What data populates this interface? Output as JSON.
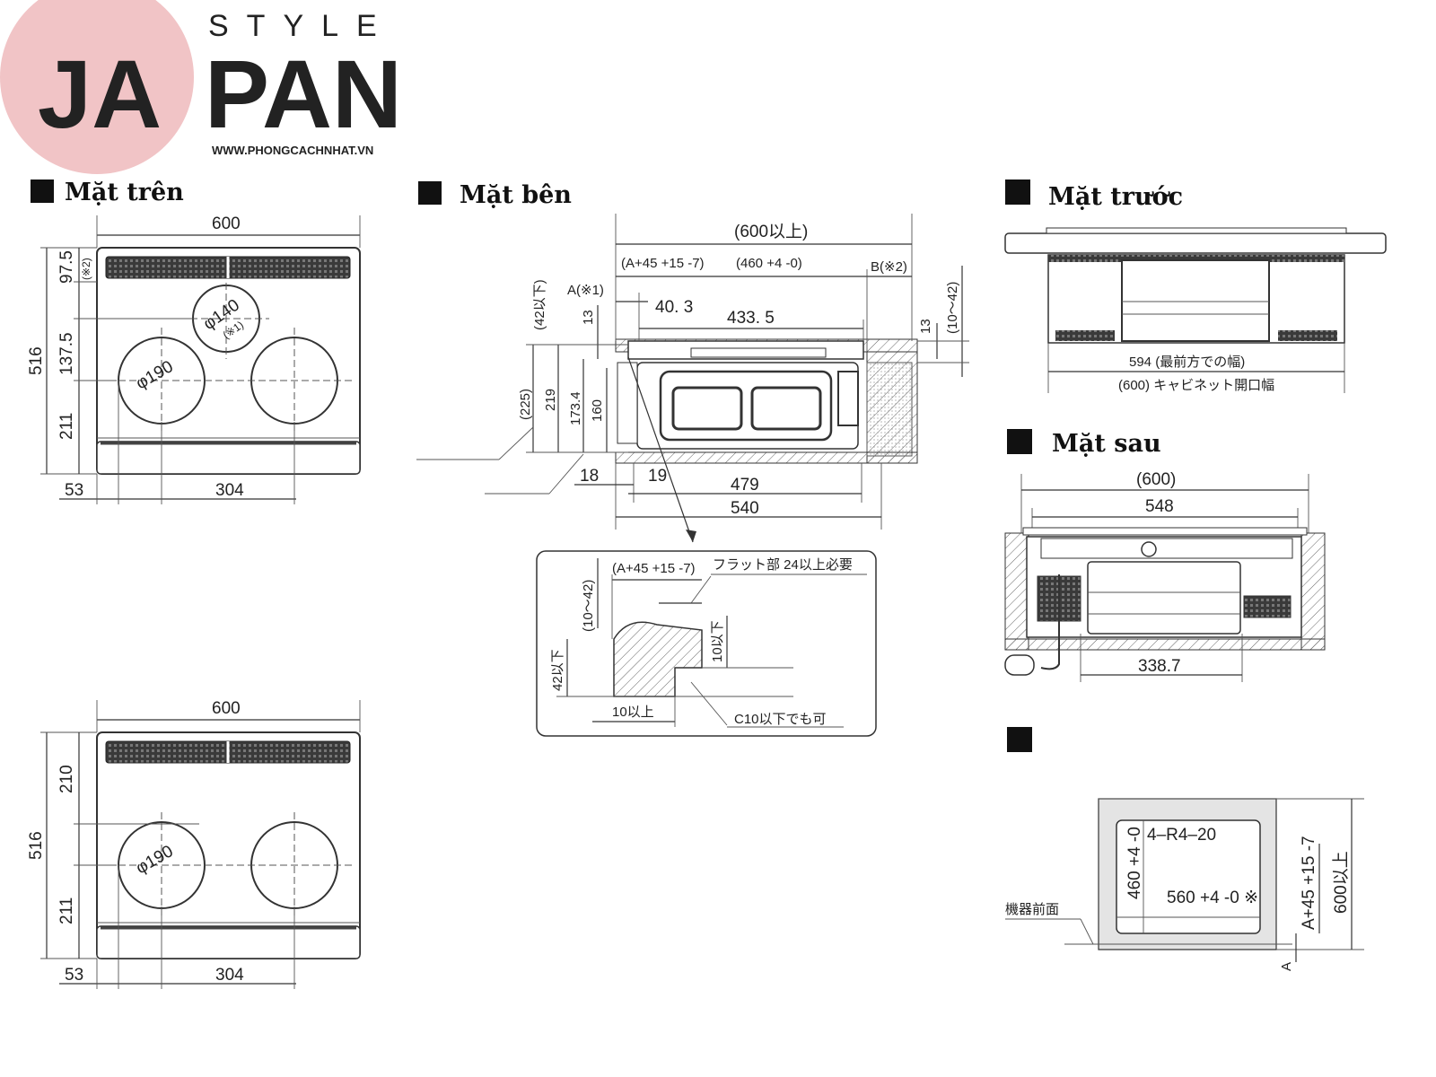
{
  "logo": {
    "word_top": "STYLE",
    "word_main": "JAPAN",
    "url": "WWW.PHONGCACHNHAT.VN"
  },
  "sections": {
    "top_view": "Mặt trên",
    "side_view": "Mặt bên",
    "front_view": "Mặt trước",
    "rear_view": "Mặt sau",
    "cutout_view": ""
  },
  "top_view": {
    "width": "600",
    "depth": "516",
    "rear_offset": "97.5",
    "rear_note": "(※2)",
    "burner_small_offset": "137.5",
    "front_offset": "211",
    "left_offset": "53",
    "burner_spacing": "304",
    "burner_small_dia": "φ140",
    "burner_small_note": "(※1)",
    "burner_large_dia": "φ190"
  },
  "top_view_2": {
    "width": "600",
    "depth": "516",
    "rear_offset": "210",
    "front_offset": "211",
    "left_offset": "53",
    "burner_spacing": "304",
    "burner_dia": "φ190"
  },
  "side_view": {
    "total": "(600以上)",
    "a_plus": "(A+45 +15 -7)",
    "cutout": "(460 +4 -0)",
    "b_note": "B(※2)",
    "a_note": "A(※1)",
    "max_42": "(42以下)",
    "d13_left": "13",
    "d40": "40. 3",
    "d433": "433. 5",
    "d13_right": "13",
    "d10_42": "(10～42)",
    "h225": "(225)",
    "h219": "219",
    "h173": "173.4",
    "h160": "160",
    "d18": "18",
    "d19": "19",
    "d479": "479",
    "d540": "540"
  },
  "detail": {
    "a_plus": "(A+45 +15 -7)",
    "flat_note": "フラット部 24以上必要",
    "v10_42": "(10～42)",
    "v42": "42以下",
    "v10": "10以下",
    "h10": "10以上",
    "c10": "C10以下でも可"
  },
  "front_view": {
    "d594": "594 (最前方での幅)",
    "d600": "(600) キャビネット開口幅"
  },
  "rear_view": {
    "d600": "(600)",
    "d548": "548",
    "d338": "338.7"
  },
  "cutout": {
    "corner": "4–R4–20",
    "depth": "460 +4 -0",
    "width": "560 +4 -0 ※",
    "front_label": "機器前面",
    "a_plus": "A+45 +15 -7",
    "min600": "600以上",
    "a": "A"
  }
}
